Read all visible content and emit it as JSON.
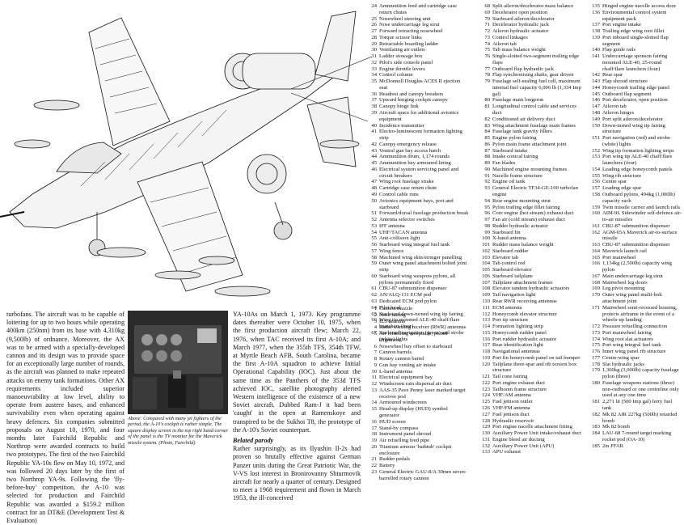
{
  "key_col1": [
    {
      "n": "24",
      "t": "Ammunition feed and cartridge case return chutes"
    },
    {
      "n": "25",
      "t": "Nosewheel steering unit"
    },
    {
      "n": "26",
      "t": "Nose undercarriage leg strut"
    },
    {
      "n": "27",
      "t": "Forward retracting nosewheel"
    },
    {
      "n": "28",
      "t": "Torque scissor links"
    },
    {
      "n": "29",
      "t": "Retractable boarding ladder"
    },
    {
      "n": "30",
      "t": "Ventilating air outlets"
    },
    {
      "n": "31",
      "t": "Ladder stowage box"
    },
    {
      "n": "32",
      "t": "Pilot's side console panel"
    },
    {
      "n": "33",
      "t": "Engine throttle levers"
    },
    {
      "n": "34",
      "t": "Control column"
    },
    {
      "n": "35",
      "t": "McDonnell Douglas ACES II ejection seat"
    },
    {
      "n": "36",
      "t": "Headrest and canopy breakers"
    },
    {
      "n": "37",
      "t": "Upward hinging cockpit canopy"
    },
    {
      "n": "38",
      "t": "Canopy hinge link"
    },
    {
      "n": "39",
      "t": "Aircraft space for additional avionics equipment"
    },
    {
      "n": "40",
      "t": "Incidence transmitter"
    },
    {
      "n": "41",
      "t": "Electro-luminescent formation lighting strip"
    },
    {
      "n": "42",
      "t": "Canopy emergency release"
    },
    {
      "n": "43",
      "t": "Ventral gun bay access hatch"
    },
    {
      "n": "44",
      "t": "Ammunition drum, 1,174 rounds"
    },
    {
      "n": "45",
      "t": "Ammunition bay armoured lining"
    },
    {
      "n": "46",
      "t": "Electrical system servicing panel and circuit breakers"
    },
    {
      "n": "47",
      "t": "Wing root fuselage strake"
    },
    {
      "n": "48",
      "t": "Cartridge case return chute"
    },
    {
      "n": "49",
      "t": "Control cable runs"
    },
    {
      "n": "50",
      "t": "Avionics equipment bays, port and starboard"
    },
    {
      "n": "51",
      "t": "Forward/dorsal fuselage production break"
    },
    {
      "n": "52",
      "t": "Antenna selector switches"
    },
    {
      "n": "53",
      "t": "IFF antenna"
    },
    {
      "n": "54",
      "t": "UHF/TACAN antenna"
    },
    {
      "n": "55",
      "t": "Anti-collision light"
    },
    {
      "n": "56",
      "t": "Starboard wing integral fuel tank"
    },
    {
      "n": "57",
      "t": "Wing fence"
    },
    {
      "n": "58",
      "t": "Machined wing skin/stringer panelling"
    },
    {
      "n": "59",
      "t": "Outer wing panel attachment bolted joint strip"
    },
    {
      "n": "60",
      "t": "Starboard wing weapons pylons, all pylons permanently fixed"
    },
    {
      "n": "61",
      "t": "CBU-87 submunition dispenser"
    },
    {
      "n": "62",
      "t": "AN/ALQ-131 ECM pod"
    },
    {
      "n": "63",
      "t": "Dedicated ECM pod pylon"
    },
    {
      "n": "64",
      "t": "Pilot head"
    },
    {
      "n": "65",
      "t": "Starboard down-turned wing tip fairing"
    },
    {
      "n": "66",
      "t": "Wing tip mounted ALE-40 chaff/flare launchers (four)"
    },
    {
      "n": "67",
      "t": "Starboard navigation (green) and strobe (white) lights"
    }
  ],
  "key_col2": [
    {
      "n": "68",
      "t": "Split aileron/decelerator mass balance"
    },
    {
      "n": "69",
      "t": "Decelerator open position"
    },
    {
      "n": "70",
      "t": "Starboard aileron/decelerator"
    },
    {
      "n": "71",
      "t": "Decelerator hydraulic jack"
    },
    {
      "n": "72",
      "t": "Aileron hydraulic actuator"
    },
    {
      "n": "73",
      "t": "Control linkages"
    },
    {
      "n": "74",
      "t": "Aileron tab"
    },
    {
      "n": "75",
      "t": "Tab mass balance weight"
    },
    {
      "n": "76",
      "t": "Single-slotted two-segment trailing edge flaps"
    },
    {
      "n": "77",
      "t": "Outboard flap hydraulic jack"
    },
    {
      "n": "78",
      "t": "Flap synchronising shafts, gear driven"
    },
    {
      "n": "79",
      "t": "Fuselage self-sealing fuel cell, maximum internal fuel capacity 6,006 lb (1,334 Imp gal)"
    },
    {
      "n": "80",
      "t": "Fuselage main longeron"
    },
    {
      "n": "81",
      "t": "Longitudinal control cable and services duct"
    },
    {
      "n": "82",
      "t": "Conditioned air delivery duct"
    },
    {
      "n": "83",
      "t": "Wing attachment fuselage main frames"
    },
    {
      "n": "84",
      "t": "Fuselage tank gravity fillers"
    },
    {
      "n": "85",
      "t": "Engine pylon fairing"
    },
    {
      "n": "86",
      "t": "Pylon main frame attachment joint"
    },
    {
      "n": "87",
      "t": "Starboard intake"
    },
    {
      "n": "88",
      "t": "Intake conical fairing"
    },
    {
      "n": "89",
      "t": "Fan blades"
    },
    {
      "n": "90",
      "t": "Machined engine mounting frames"
    },
    {
      "n": "91",
      "t": "Nacelle frame structure"
    },
    {
      "n": "92",
      "t": "Engine oil tank"
    },
    {
      "n": "93",
      "t": "General Electric TF34-GE-100 turbofan engine"
    },
    {
      "n": "94",
      "t": "Rear engine mounting strut"
    },
    {
      "n": "95",
      "t": "Pylon trailing edge fillet fairing"
    },
    {
      "n": "96",
      "t": "Core engine (hot stream) exhaust duct"
    },
    {
      "n": "97",
      "t": "Fan air (cold stream) exhaust duct"
    },
    {
      "n": "98",
      "t": "Rudder hydraulic actuator"
    },
    {
      "n": "99",
      "t": "Starboard fin"
    },
    {
      "n": "100",
      "t": "X-band antenna"
    },
    {
      "n": "101",
      "t": "Rudder mass balance weight"
    },
    {
      "n": "102",
      "t": "Starboard rudder"
    },
    {
      "n": "103",
      "t": "Elevator tab"
    },
    {
      "n": "104",
      "t": "Tab control rod"
    },
    {
      "n": "105",
      "t": "Starboard elevator"
    },
    {
      "n": "106",
      "t": "Starboard tailplane"
    },
    {
      "n": "107",
      "t": "Tailplane attachment frames"
    },
    {
      "n": "108",
      "t": "Elevator tandem hydraulic actuators"
    },
    {
      "n": "109",
      "t": "Tail navigation light"
    },
    {
      "n": "110",
      "t": "Rear RWR receiving antennas"
    },
    {
      "n": "111",
      "t": "ECM antenna"
    },
    {
      "n": "112",
      "t": "Honeycomb elevator structure"
    },
    {
      "n": "113",
      "t": "Port tip structure"
    },
    {
      "n": "114",
      "t": "Formation lighting strip"
    },
    {
      "n": "115",
      "t": "Honeycomb rudder panel"
    },
    {
      "n": "116",
      "t": "Port rudder hydraulic actuator"
    },
    {
      "n": "117",
      "t": "Rear identification light"
    },
    {
      "n": "118",
      "t": "Navigational antennas"
    },
    {
      "n": "119",
      "t": "Port fin honeycomb panel on tail bumper"
    },
    {
      "n": "120",
      "t": "Tailplane three-spar and rib torsion box structure"
    },
    {
      "n": "121",
      "t": "Tail cone fairing"
    },
    {
      "n": "122",
      "t": "Port engine exhaust duct"
    },
    {
      "n": "123",
      "t": "Tailboom frame structure"
    },
    {
      "n": "124",
      "t": "VHF/AM antenna"
    },
    {
      "n": "125",
      "t": "Fuel jettison outlet"
    },
    {
      "n": "126",
      "t": "VHF/FM antenna"
    },
    {
      "n": "127",
      "t": "Fuel jettison duct"
    },
    {
      "n": "128",
      "t": "Hydraulic reservoir"
    },
    {
      "n": "129",
      "t": "Port engine nacelle attachment fitting"
    },
    {
      "n": "130",
      "t": "Auxiliary Power Unit intake/exhaust duct"
    },
    {
      "n": "131",
      "t": "Engine bleed air ducting"
    },
    {
      "n": "132",
      "t": "Auxiliary Power Unit (APU)"
    },
    {
      "n": "133",
      "t": "APU exhaust"
    }
  ],
  "key_col3": [
    {
      "n": "135",
      "t": "Hinged engine nacelle access door"
    },
    {
      "n": "136",
      "t": "Environmental control system equipment pack"
    },
    {
      "n": "137",
      "t": "Port engine intake"
    },
    {
      "n": "138",
      "t": "Trailing edge wing root fillet"
    },
    {
      "n": "139",
      "t": "Port inboard single-slotted flap segment"
    },
    {
      "n": "140",
      "t": "Flap guide rails"
    },
    {
      "n": "141",
      "t": "Undercarriage sponson fairing mounted ALE-40, 25-round chaff/flare launchers (four)"
    },
    {
      "n": "142",
      "t": "Rear spar"
    },
    {
      "n": "143",
      "t": "Flap shroud structure"
    },
    {
      "n": "144",
      "t": "Honeycomb trailing edge panel"
    },
    {
      "n": "145",
      "t": "Outboard flap segment"
    },
    {
      "n": "146",
      "t": "Port decelerator, open position"
    },
    {
      "n": "147",
      "t": "Aileron tab"
    },
    {
      "n": "148",
      "t": "Aileron hinges"
    },
    {
      "n": "149",
      "t": "Port split aileron/decelerator"
    },
    {
      "n": "150",
      "t": "Down-turned wing tip fairing structure"
    },
    {
      "n": "151",
      "t": "Port navigation (red) and strobe (white) lights"
    },
    {
      "n": "152",
      "t": "Wing tip formation lighting strips"
    },
    {
      "n": "153",
      "t": "Port wing tip ALE-40 chaff/flare launchers (four)"
    },
    {
      "n": "154",
      "t": "Leading edge honeycomb panels"
    },
    {
      "n": "155",
      "t": "Wing rib structure"
    },
    {
      "n": "156",
      "t": "Centre spar"
    },
    {
      "n": "157",
      "t": "Leading edge spar"
    },
    {
      "n": "158",
      "t": "Outboard pylons, 494kg (1,000lb) capacity each"
    },
    {
      "n": "159",
      "t": "Twin missile carrier and launch rails"
    },
    {
      "n": "160",
      "t": "AIM-9L Sidewinder self-defence air-to-air missiles"
    },
    {
      "n": "161",
      "t": "CBU-87 submunition dispenser"
    },
    {
      "n": "162",
      "t": "AGM-65A Maverick air-to-surface missile"
    },
    {
      "n": "163",
      "t": "CBU-87 submunition dispenser"
    },
    {
      "n": "164",
      "t": "Maverick launch rail"
    },
    {
      "n": "165",
      "t": "Port mainwheel"
    },
    {
      "n": "166",
      "t": "1,134kg (2,500lb) capacity wing pylon"
    },
    {
      "n": "167",
      "t": "Main undercarriage leg strut"
    },
    {
      "n": "168",
      "t": "Mainwheel leg doors"
    },
    {
      "n": "169",
      "t": "Leg pivot mounting"
    },
    {
      "n": "170",
      "t": "Outer wing panel multi-bolt attachment joint"
    },
    {
      "n": "171",
      "t": "Mainwheel semi-recessed housing, protects airframe in the event of a wheels-up landing"
    },
    {
      "n": "172",
      "t": "Pressure refuelling connection"
    },
    {
      "n": "173",
      "t": "Port mainwheel fairing"
    },
    {
      "n": "174",
      "t": "Wing root slat actuators"
    },
    {
      "n": "175",
      "t": "Port wing integral fuel tank"
    },
    {
      "n": "176",
      "t": "Inner wing panel rib structure"
    },
    {
      "n": "177",
      "t": "Centre-wing spar"
    },
    {
      "n": "178",
      "t": "Slat hydraulic jacks"
    },
    {
      "n": "179",
      "t": "1,360kg (3,000lb) capacity fuselage pylon (three)"
    },
    {
      "n": "180",
      "t": "Fuselage weapons stations (three) non-outboard or one centreline only used at any one time"
    },
    {
      "n": "181",
      "t": "2,271 lit (500 Imp gal) ferry fuel tank"
    },
    {
      "n": "182",
      "t": "Mk 82 AIR 227kg (500lb) retarded bomb"
    },
    {
      "n": "183",
      "t": "Mk 82 bomb"
    },
    {
      "n": "184",
      "t": "LAU-68 7-round target marking rocket pod (OA-10)"
    },
    {
      "n": "185",
      "t": "2in FFAR"
    }
  ],
  "key_col0": [
    {
      "n": "1",
      "t": "Cannon muzzle"
    },
    {
      "n": "2",
      "t": "Nose fairing"
    },
    {
      "n": "3",
      "t": "ILS antenna"
    },
    {
      "n": "4",
      "t": "Radar warning receiver (RWR) antennas"
    },
    {
      "n": "5",
      "t": "Air refuelling receptacle, ported alignment"
    },
    {
      "n": "6",
      "t": "Nosewheel bay offset to starboard"
    },
    {
      "n": "7",
      "t": "Cannon barrels"
    },
    {
      "n": "8",
      "t": "Rotary cannon barrel"
    },
    {
      "n": "9",
      "t": "Gun bay venting air intake"
    },
    {
      "n": "10",
      "t": "L-band antenna"
    },
    {
      "n": "11",
      "t": "Electrical equipment bay"
    },
    {
      "n": "12",
      "t": "Windscreen rain dispersal air duct"
    },
    {
      "n": "13",
      "t": "AAS-35 Pave Penny laser marked target receiver pod"
    },
    {
      "n": "14",
      "t": "Armoured windscreen"
    },
    {
      "n": "15",
      "t": "Head-up display (HUD) symbol generator"
    },
    {
      "n": "16",
      "t": "HUD screen"
    },
    {
      "n": "17",
      "t": "Stand-by compass"
    },
    {
      "n": "18",
      "t": "Instrument panel shroud"
    },
    {
      "n": "19",
      "t": "Air refuelling feed pipe"
    },
    {
      "n": "20",
      "t": "Titanium armour 'bathtub' cockpit enclosure"
    },
    {
      "n": "21",
      "t": "Rudder pedals"
    },
    {
      "n": "22",
      "t": "Battery"
    },
    {
      "n": "23",
      "t": "General Electric GAU-8/A 30mm seven-barrelled rotary cannon"
    }
  ],
  "body_left": "turbofans. The aircraft was to be capable of loitering for up to two hours while operating 400km (250nm) from its base with 4,310kg (9,500lb) of ordnance. Moreover, the AX was to be armed with a specially-developed cannon and its design was to provide space for an exceptionally large number of rounds, as the aircraft was planned to make repeated attacks on enemy tank formations. Other AX requirements included superior manoeuvrability at low level, ability to operate from austere bases, and enhanced survivability even when operating against heavy defences. Six companies submitted proposals on August 10, 1970, and four months later Fairchild Republic and Northrop were awarded contracts to build two prototypes. The first of the two Fairchild Republic YA-10s flew on May 10, 1972, and was followed 20 days later by the first of two Northrop YA-9s. Following the 'fly-before-buy' competition, the A-10 was selected for production and Fairchild Republic was awarded a $159.2 million contract for an DT&E (Development Test & Evaluation)",
  "body_right_1": "YA-10As on March 1, 1973. Key programme dates thereafter were October 10, 1975, when the first production aircraft flew; March 22, 1976, when TAC received its first A-10A; and March 1977, when the 355th TFS, 354th TFW, at Myrtle Beach AFB, South Carolina, became the first A-10A squadron to achieve Initial Operational Capability (IOC). Just about the same time as the Panthers of the 353d TFS achieved IOC, satellite photography alerted Western intelligence of the existence of a new Soviet aircraft. Dubbed Ram-J it had been 'caught' in the open at Ramenskoye and transpired to be the Sukhoi T8, the prototype of the A-10's Soviet counterpart.",
  "subhead": "Belated parody",
  "body_right_2": "Rather surprisingly, as its Ilyushin Il-2s had proven so brutally effective against German Panzer units during the Great Patriotic War, the V-VS lost interest in Bronirovanny Shturmovik aircraft for nearly a quarter of century. Designed to meet a 1968 requirement and flown in March 1953, the ill-conceived",
  "caption": "Above: Compared with many jet fighters of the period, the A-10's cockpit is rather simple. The square display screen in the top right hand corner of the panel is the TV monitor for the Maverick missile system. (Photo, Fairchild)"
}
